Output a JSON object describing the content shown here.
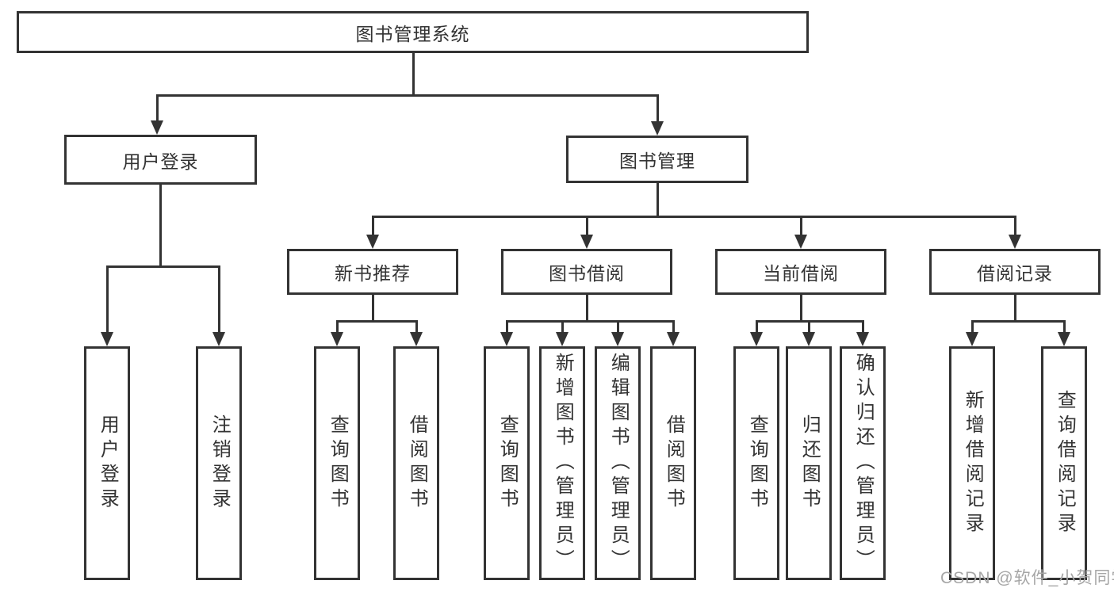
{
  "diagram": {
    "title_node": {
      "label": "图书管理系统"
    },
    "level2": [
      {
        "label": "用户登录"
      },
      {
        "label": "图书管理"
      }
    ],
    "level3": [
      {
        "label": "新书推荐"
      },
      {
        "label": "图书借阅"
      },
      {
        "label": "当前借阅"
      },
      {
        "label": "借阅记录"
      }
    ],
    "leaves": {
      "user_login": [
        "用户登录",
        "注销登录"
      ],
      "new_books": [
        "查询图书",
        "借阅图书"
      ],
      "book_borrow": [
        "查询图书",
        "新增图书（管理员）",
        "编辑图书（管理员）",
        "借阅图书"
      ],
      "current_borrow": [
        "查询图书",
        "归还图书",
        "确认归还（管理员）"
      ],
      "borrow_records": [
        "新增借阅记录",
        "查询借阅记录"
      ]
    },
    "watermark": "CSDN @软件_小贺同学",
    "line_color": "#333333",
    "watermark_color": "#a6a6a6"
  }
}
